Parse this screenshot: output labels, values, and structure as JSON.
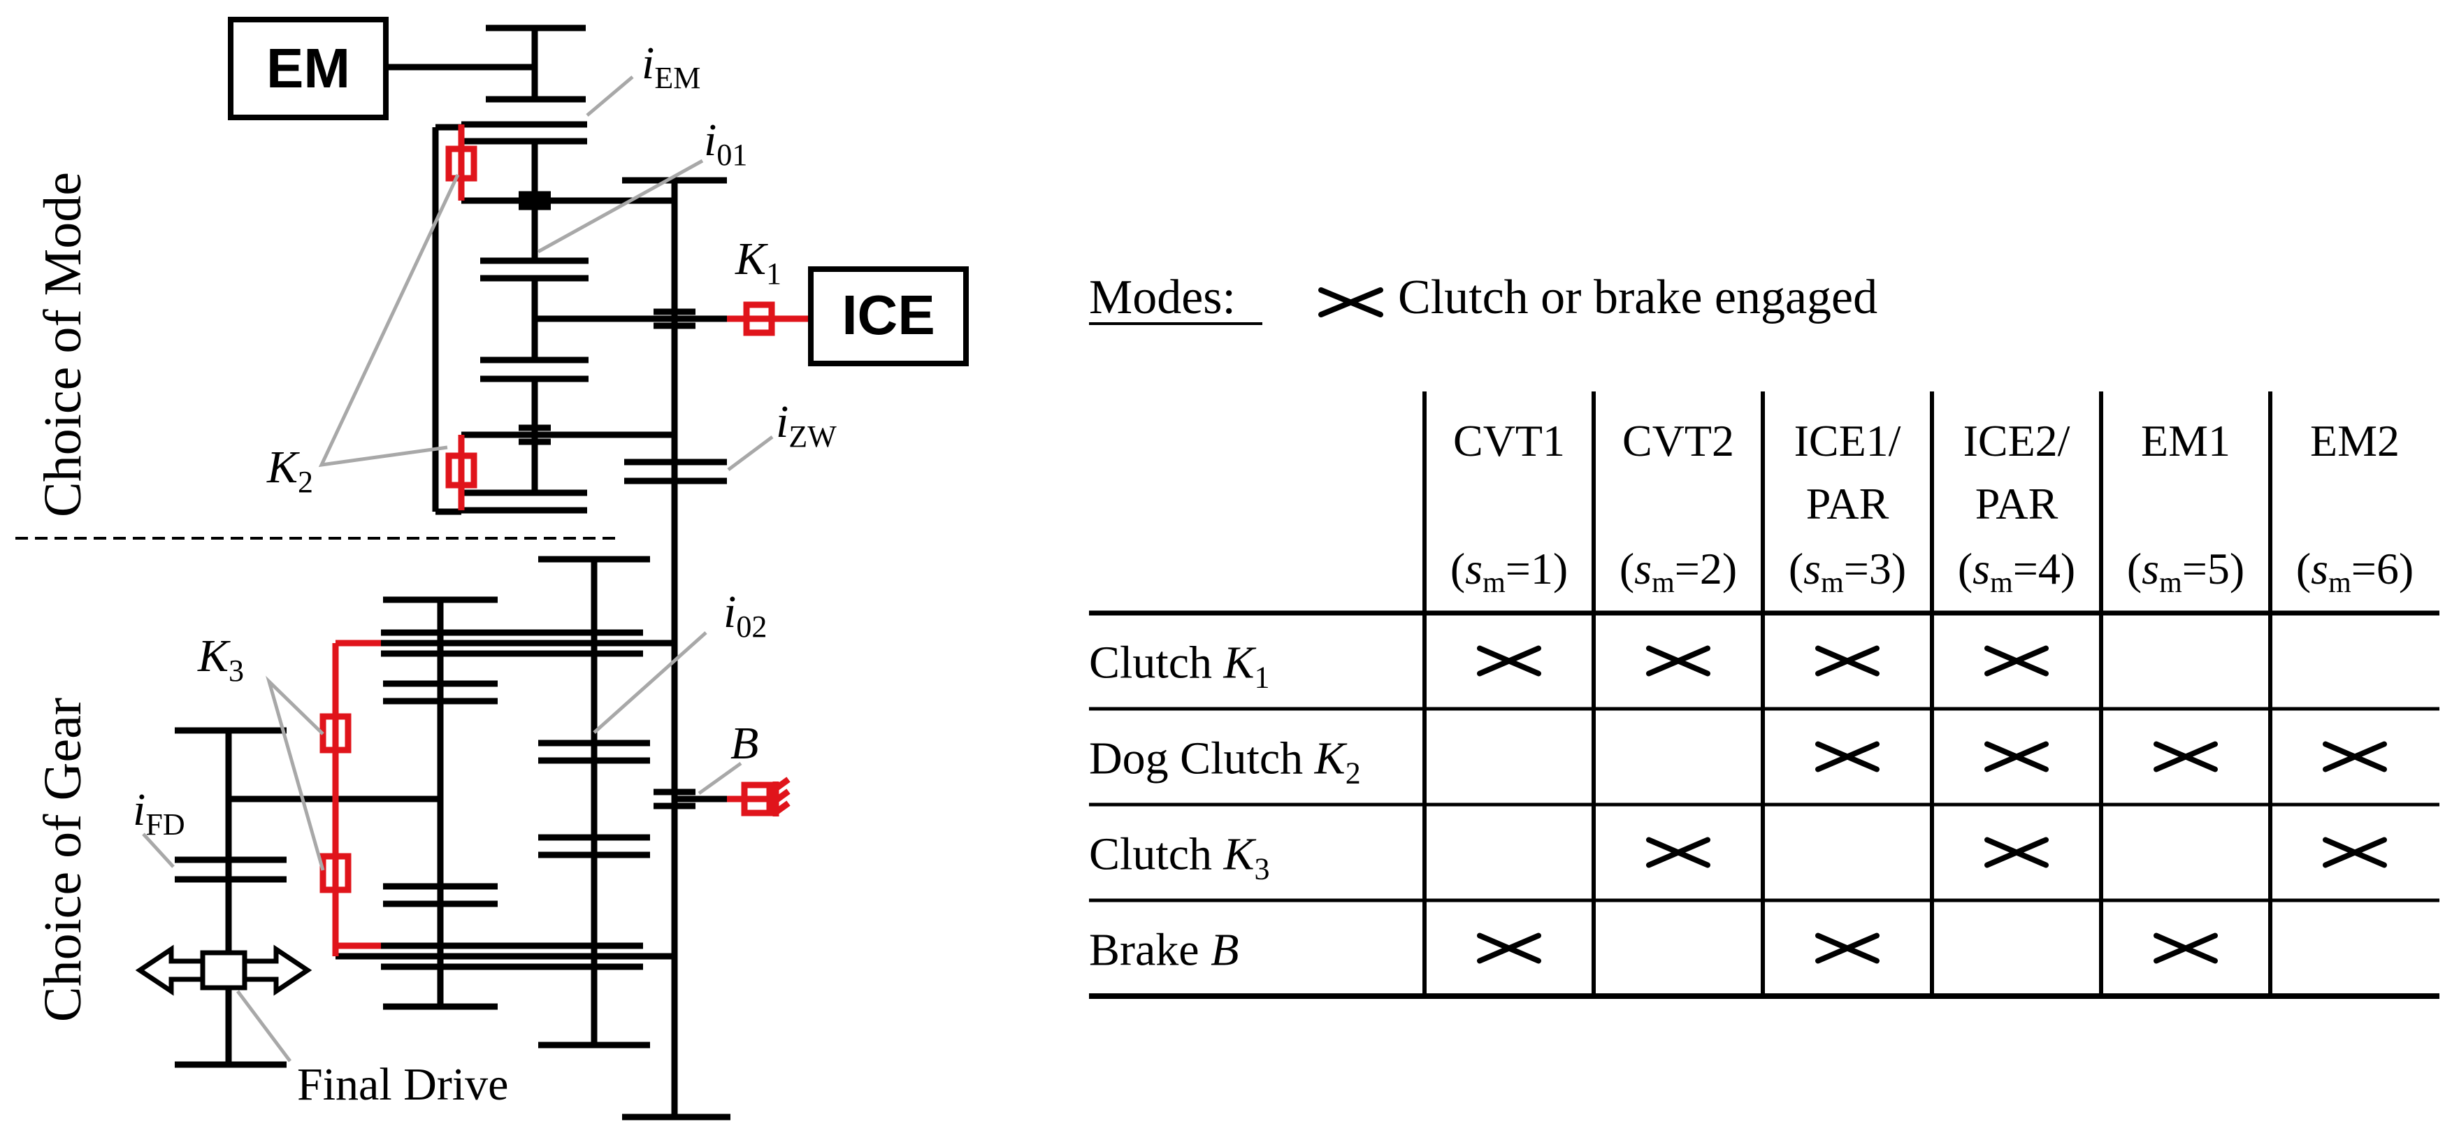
{
  "colors": {
    "ink": "#000000",
    "clutch": "#e0141b",
    "leader": "#a8a8a8"
  },
  "diagram": {
    "boxes": {
      "em": "EM",
      "ice": "ICE"
    },
    "regions": {
      "mode": "Choice of Mode",
      "gear": "Choice of Gear"
    },
    "labels": {
      "i_em": {
        "main": "i",
        "sub": "EM"
      },
      "i_01": {
        "main": "i",
        "sub": "01"
      },
      "k1": {
        "main": "K",
        "sub": "1"
      },
      "k2": {
        "main": "K",
        "sub": "2"
      },
      "i_zw": {
        "main": "i",
        "sub": "ZW"
      },
      "i_02": {
        "main": "i",
        "sub": "02"
      },
      "k3": {
        "main": "K",
        "sub": "3"
      },
      "b": "B",
      "i_fd": {
        "main": "i",
        "sub": "FD"
      },
      "final_drive": "Final Drive"
    }
  },
  "legend": {
    "title": "Modes:",
    "text": "Clutch or brake engaged",
    "icon": "cross-mark-icon"
  },
  "table": {
    "columns": [
      {
        "top": "CVT1",
        "mid": "",
        "sm": "1"
      },
      {
        "top": "CVT2",
        "mid": "",
        "sm": "2"
      },
      {
        "top": "ICE1/",
        "mid": "PAR",
        "sm": "3"
      },
      {
        "top": "ICE2/",
        "mid": "PAR",
        "sm": "4"
      },
      {
        "top": "EM1",
        "mid": "",
        "sm": "5"
      },
      {
        "top": "EM2",
        "mid": "",
        "sm": "6"
      }
    ],
    "sm_symbol": {
      "main": "s",
      "sub": "m"
    },
    "rows": [
      {
        "label": "Clutch ",
        "sym": "K",
        "sub": "1",
        "engaged": [
          true,
          true,
          true,
          true,
          false,
          false
        ]
      },
      {
        "label": "Dog Clutch ",
        "sym": "K",
        "sub": "2",
        "engaged": [
          false,
          false,
          true,
          true,
          true,
          true
        ]
      },
      {
        "label": "Clutch ",
        "sym": "K",
        "sub": "3",
        "engaged": [
          false,
          true,
          false,
          true,
          false,
          true
        ]
      },
      {
        "label": "Brake ",
        "sym": "B",
        "sub": "",
        "engaged": [
          true,
          false,
          true,
          false,
          true,
          false
        ]
      }
    ]
  }
}
